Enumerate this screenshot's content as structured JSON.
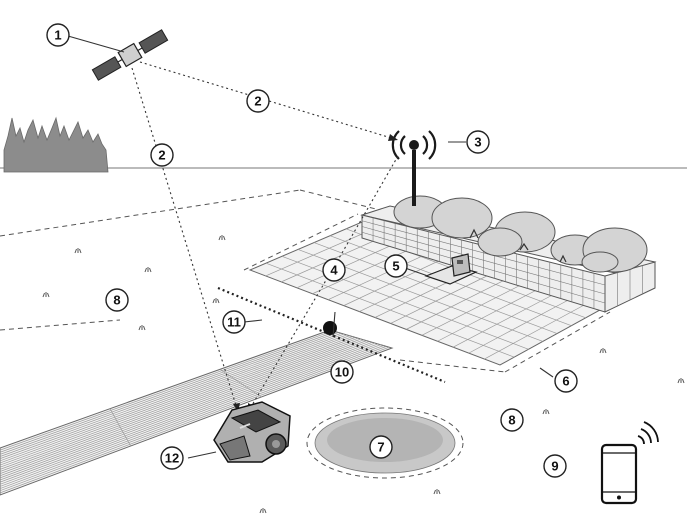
{
  "callouts": [
    {
      "label": "1"
    },
    {
      "label": "2"
    },
    {
      "label": "2"
    },
    {
      "label": "3"
    },
    {
      "label": "4"
    },
    {
      "label": "5"
    },
    {
      "label": "6"
    },
    {
      "label": "7"
    },
    {
      "label": "8"
    },
    {
      "label": "8"
    },
    {
      "label": "9"
    },
    {
      "label": "10"
    },
    {
      "label": "11"
    },
    {
      "label": "12"
    }
  ],
  "icons": {
    "satellite": "satellite-icon",
    "antenna": "reference-antenna-icon",
    "charging_station": "charging-station-icon",
    "mower": "robotic-mower-icon",
    "phone": "smartphone-icon",
    "trees": "forest-icon",
    "bushes": "hedge-icon",
    "flowerbed": "flowerbed-icon",
    "marker": "boundary-marker-icon"
  },
  "colors": {
    "line": "#222222",
    "fill_light": "#f4f4f4",
    "fill_mid": "#bdbdbd",
    "fill_dark": "#6e6e6e"
  }
}
